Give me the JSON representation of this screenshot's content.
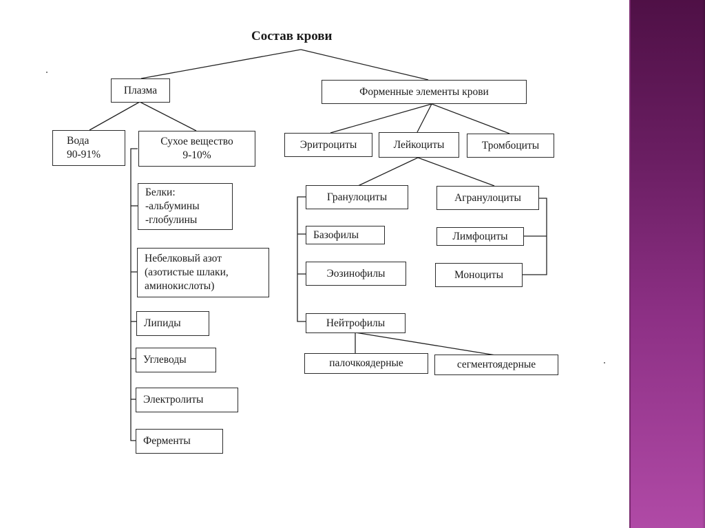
{
  "diagram": {
    "title": "Состав крови",
    "plasma": {
      "label": "Плазма",
      "water": {
        "line1": "Вода",
        "line2": "90-91%"
      },
      "dry_matter": {
        "line1": "Сухое вещество",
        "line2": "9-10%"
      },
      "components": [
        {
          "label": "Белки:\n-альбумины\n-глобулины"
        },
        {
          "label": "Небелковый азот\n(азотистые шлаки,\nаминокислоты)"
        },
        {
          "label": "Липиды"
        },
        {
          "label": "Углеводы"
        },
        {
          "label": "Электролиты"
        },
        {
          "label": "Ферменты"
        }
      ]
    },
    "formed_elements": {
      "label": "Форменные элементы крови",
      "erythrocytes": "Эритроциты",
      "leukocytes": "Лейкоциты",
      "thrombocytes": "Тромбоциты",
      "granulocytes": {
        "label": "Гранулоциты",
        "basophils": "Базофилы",
        "eosinophils": "Эозинофилы",
        "neutrophils": {
          "label": "Нейтрофилы",
          "band": "палочкоядерные",
          "segmented": "сегментоядерные"
        }
      },
      "agranulocytes": {
        "label": "Агранулоциты",
        "lymphocytes": "Лимфоциты",
        "monocytes": "Моноциты"
      }
    }
  },
  "theme": {
    "sidebar_top": "#4f1046",
    "sidebar_bottom": "#b04aa6"
  }
}
